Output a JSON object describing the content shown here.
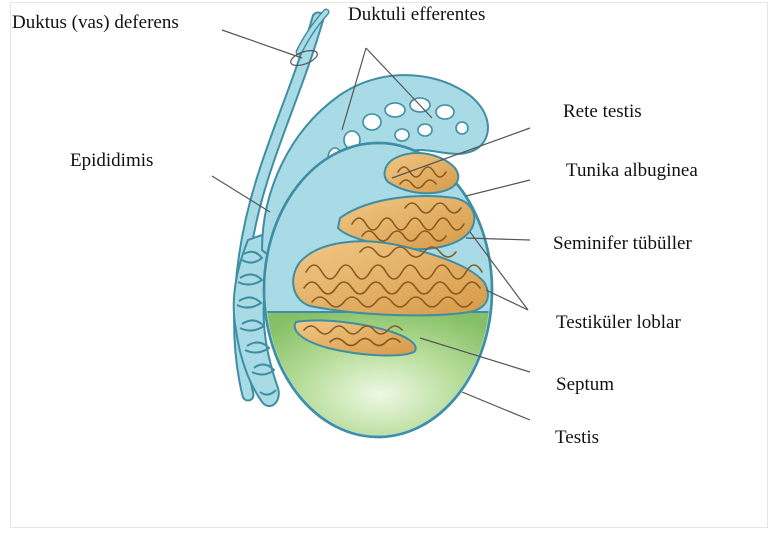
{
  "labels": {
    "ductus_deferens": "Duktus (vas) deferens",
    "ductuli_efferentes": "Duktuli efferentes",
    "epididymis": "Epididimis",
    "rete_testis": "Rete testis",
    "tunica_albuginea": "Tunika albuginea",
    "seminiferous_tubules": "Seminifer tübüller",
    "testicular_lobules": "Testiküler loblar",
    "septum": "Septum",
    "testis": "Testis"
  },
  "colors": {
    "duct_blue": "#a9dbe6",
    "duct_outline": "#3f8ea3",
    "testis_green": "#9ccf7c",
    "testis_green_light": "#d9efc8",
    "lobule_tan": "#e9b66a",
    "tubule_dark": "#9a6a2a",
    "leader_line": "#555555",
    "label_text": "#111111"
  }
}
